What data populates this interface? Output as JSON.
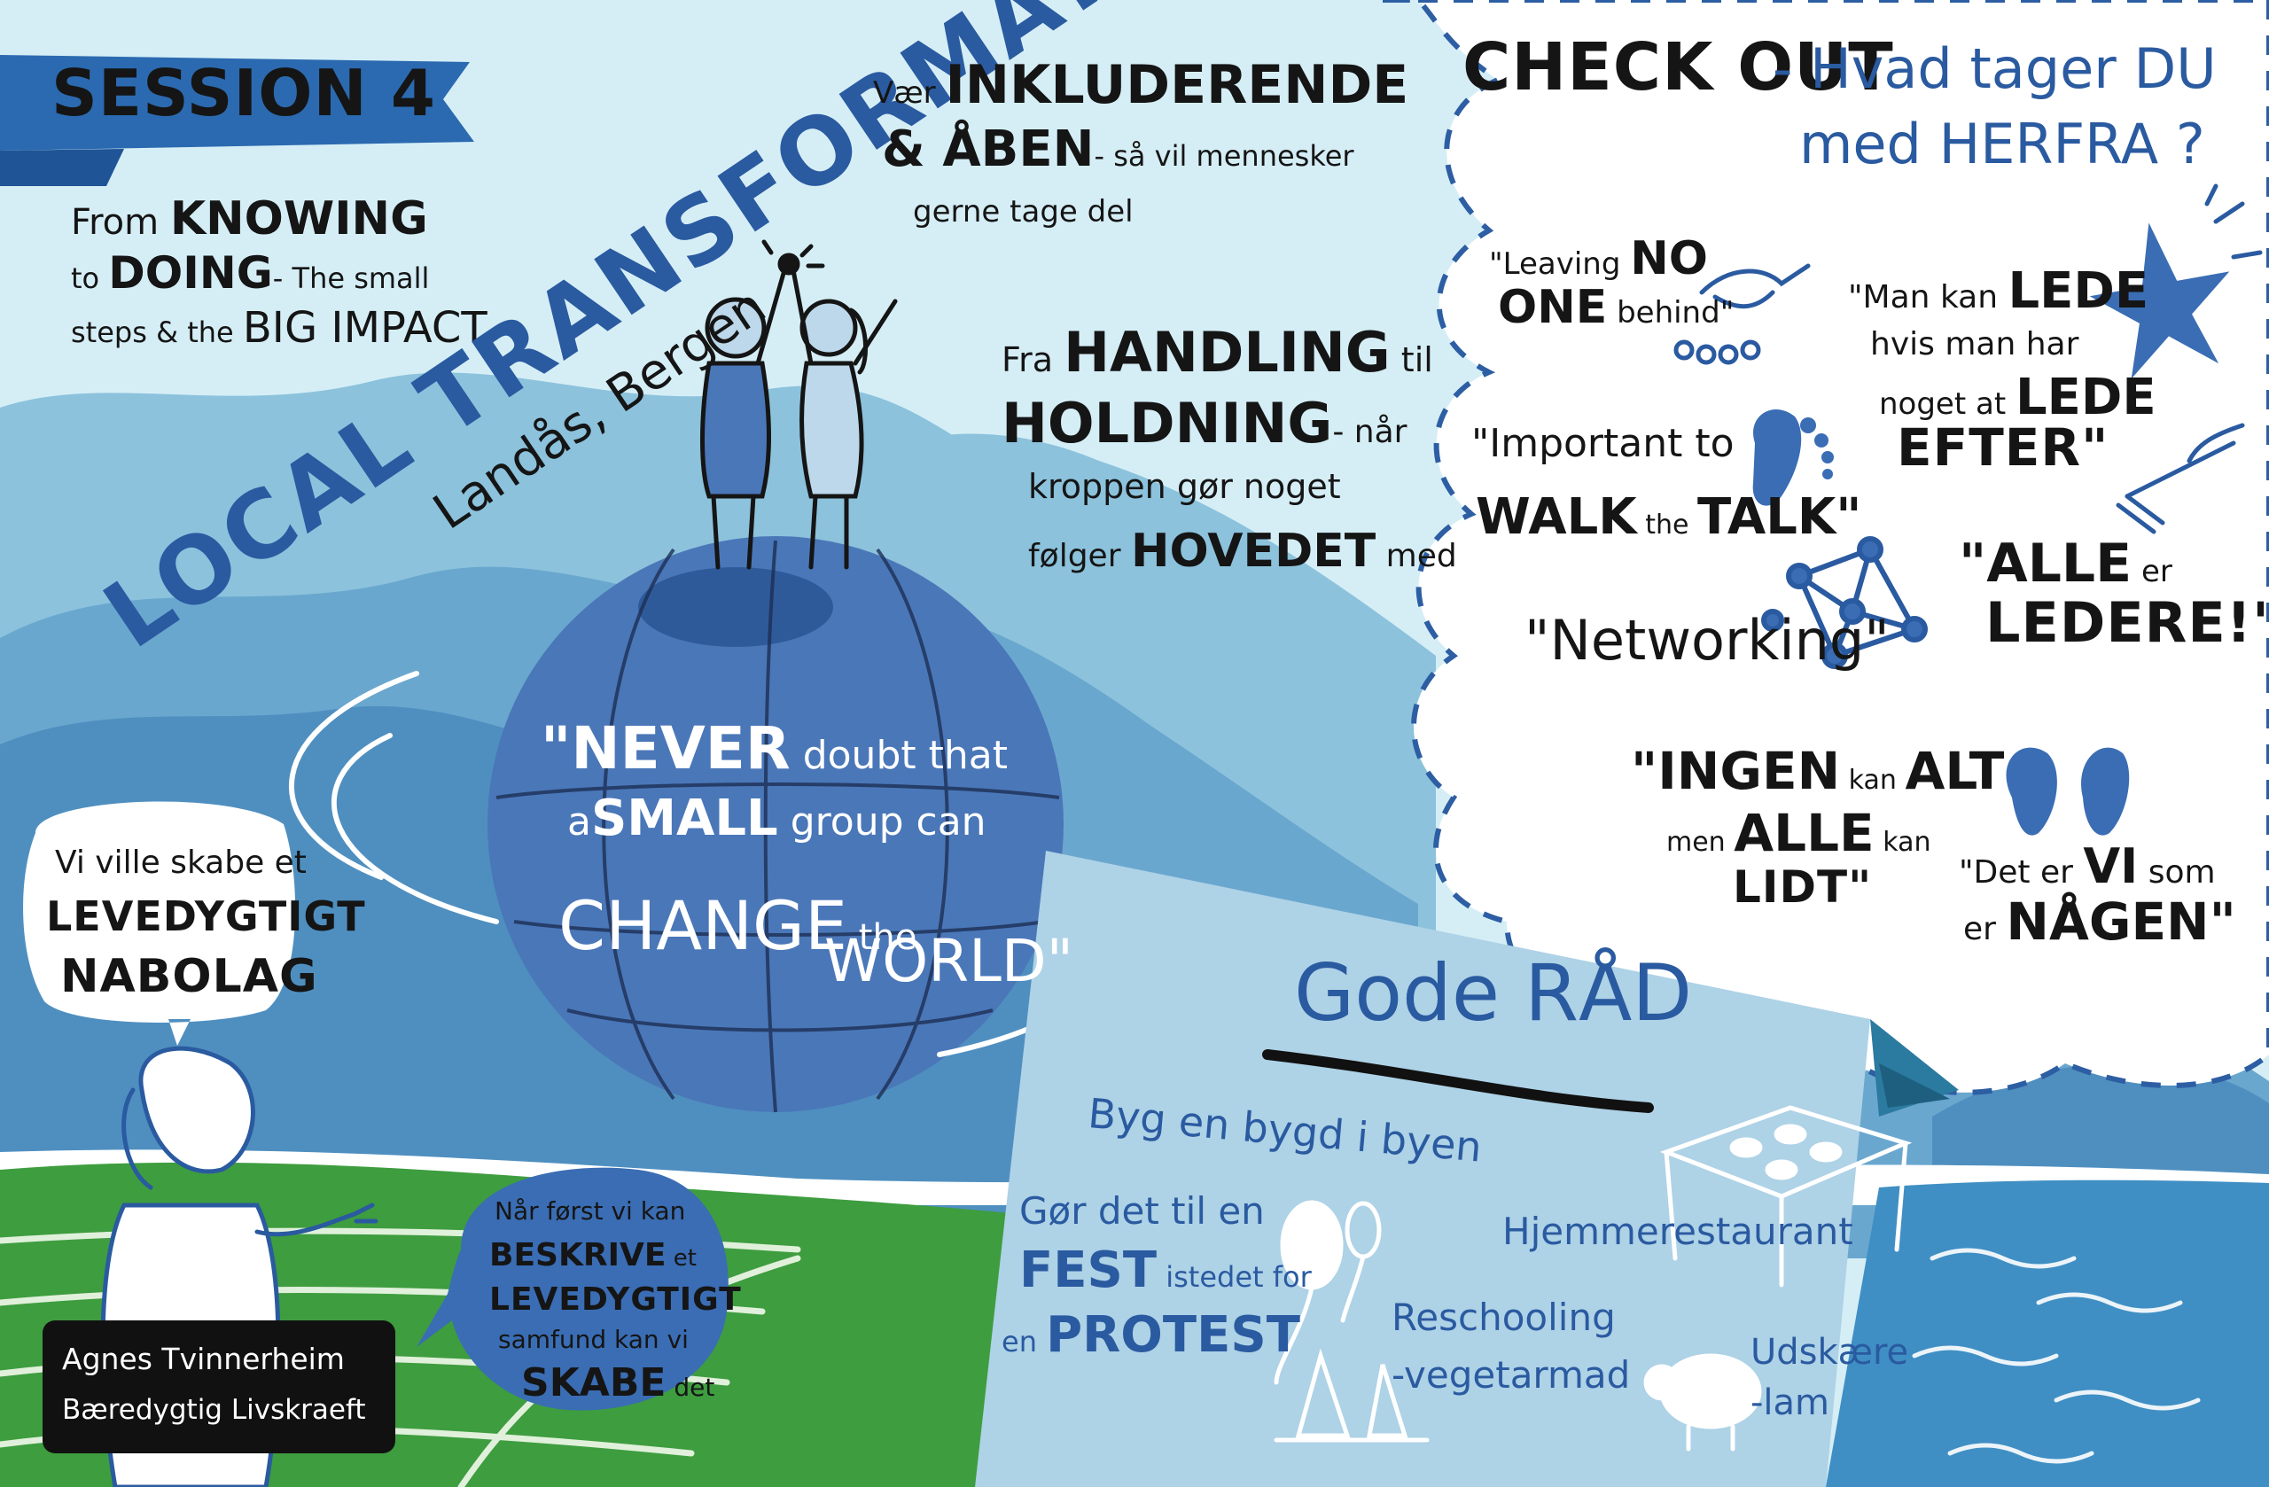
{
  "colors": {
    "sky": "#cfe9f2",
    "mountain_blue": "#5f9cc6",
    "deep_blue": "#3a6db4",
    "globe_blue": "#4a77b8",
    "grass_green": "#3e9d3f",
    "sea_blue": "#3f8fc4",
    "note_blue": "#aed2e6",
    "ink": "#151515"
  },
  "session": {
    "label": "SESSION 4"
  },
  "intro": {
    "line1_a": "From",
    "line1_b": "KNOWING",
    "line2_a": "to",
    "line2_b": "DOING",
    "line2_c": "- The small",
    "line3_a": "steps & the",
    "line3_b": "BIG IMPACT"
  },
  "title": {
    "main": "LOCAL TRANSFORMATION",
    "place": "Landås, Bergen"
  },
  "include": {
    "line1_a": "Vær",
    "line1_b": "INKLUDERENDE",
    "line2_a": "& ÅBEN",
    "line2_b": "- så vil mennesker",
    "line3": "gerne tage del"
  },
  "handling": {
    "line1_a": "Fra",
    "line1_b": "HANDLING",
    "line1_c": "til",
    "line2_a": "HOLDNING",
    "line2_b": "- når",
    "line3": "kroppen gør noget",
    "line4_a": "følger",
    "line4_b": "HOVEDET",
    "line4_c": "med"
  },
  "globe_quote": {
    "line1_a": "\"NEVER",
    "line1_b": "doubt that",
    "line2_a": "a",
    "line2_b": "SMALL",
    "line2_c": "group can",
    "line3_a": "CHANGE",
    "line3_b": "the",
    "line4": "WORLD\""
  },
  "speech": {
    "line1": "Vi ville skabe et",
    "line2": "LEVEDYGTIGT",
    "line3": "NABOLAG"
  },
  "bubble": {
    "line1": "Når først vi kan",
    "line2_a": "BESKRIVE",
    "line2_b": "et",
    "line3": "LEVEDYGTIGT",
    "line4": "samfund kan vi",
    "line5_a": "SKABE",
    "line5_b": "det"
  },
  "name_tag": {
    "name": "Agnes Tvinnerheim",
    "org": "Bæredygtig Livskraeft"
  },
  "checkout": {
    "title": "CHECK OUT",
    "question_a": "- Hvad tager DU",
    "question_b": "med HERFRA ?"
  },
  "quotes": {
    "q1_a": "\"Leaving",
    "q1_b": "NO",
    "q1_c": "ONE",
    "q1_d": "behind\"",
    "q2_a": "\"Important to",
    "q2_b": "WALK",
    "q2_c": "the",
    "q2_d": "TALK\"",
    "q3": "\"Networking\"",
    "q4_a": "\"INGEN",
    "q4_b": "kan",
    "q4_c": "ALT",
    "q4_d": "men",
    "q4_e": "ALLE",
    "q4_f": "kan",
    "q4_g": "LIDT\"",
    "q5_a": "\"Man kan",
    "q5_b": "LEDE",
    "q5_c": "hvis man har",
    "q5_d": "noget at",
    "q5_e": "LEDE",
    "q5_f": "EFTER\"",
    "q6_a": "\"ALLE",
    "q6_b": "er",
    "q6_c": "LEDERE!\"",
    "q7_a": "\"Det er",
    "q7_b": "VI",
    "q7_c": "som",
    "q7_d": "er",
    "q7_e": "NÅGEN\""
  },
  "gode_raad": {
    "title": "Gode RÅD",
    "item1": "Byg en bygd i byen",
    "item2_a": "Gør det til en",
    "item2_b": "FEST",
    "item2_c": "istedet for",
    "item2_d": "en",
    "item2_e": "PROTEST",
    "item3": "Hjemmerestaurant",
    "item4_a": "Reschooling",
    "item4_b": "-vegetarmad",
    "item5_a": "Udskære",
    "item5_b": "-lam"
  },
  "icons": [
    "banner-icon",
    "globe-icon",
    "high-five-people-icon",
    "woman-speaker-icon",
    "handshake-icon",
    "footprint-icon",
    "network-icon",
    "star-icon",
    "pointing-hand-icon",
    "clapping-hands-icon",
    "balloons-icon",
    "table-icon",
    "sailboat-icon",
    "sheep-icon",
    "speech-bubble-icon",
    "thought-cloud-icon"
  ]
}
